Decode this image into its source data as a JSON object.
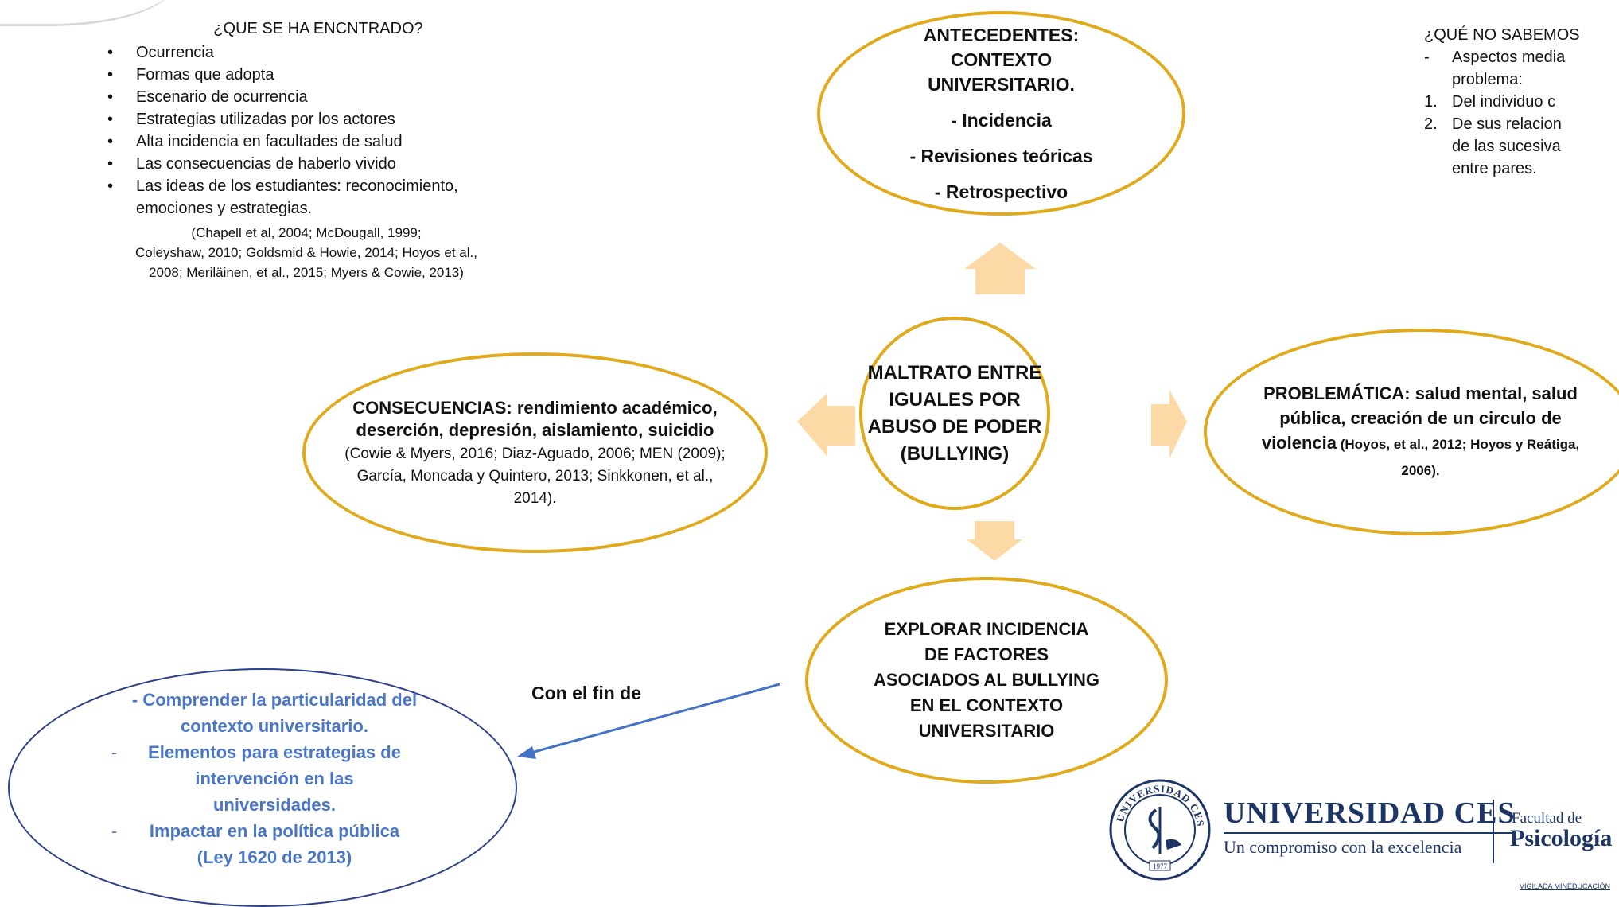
{
  "found": {
    "header": "¿QUE SE HA ENCNTRADO?",
    "items": [
      "Ocurrencia",
      "Formas que adopta",
      "Escenario de ocurrencia",
      "Estrategias utilizadas por los actores",
      "Alta incidencia en facultades de salud",
      "Las consecuencias de haberlo vivido",
      "Las ideas de los estudiantes: reconocimiento, emociones y estrategias."
    ],
    "refs_1": "(Chapell et al, 2004; McDougall, 1999;",
    "refs_2": "Coleyshaw, 2010; Goldsmid & Howie, 2014; Hoyos et al.,",
    "refs_3": "2008; Meriläinen, et al., 2015; Myers & Cowie, 2013)"
  },
  "unknown": {
    "header": "¿QUÉ NO SABEMOS",
    "dash_item_1": "Aspectos media",
    "dash_item_2": "problema:",
    "num_1": "1.",
    "item_1": "Del individuo c",
    "num_2": "2.",
    "item_2_1": "De sus relacion",
    "item_2_2": "de las sucesiva",
    "item_2_3": "entre pares."
  },
  "antecedentes": {
    "title_1": "ANTECEDENTES:",
    "title_2": "CONTEXTO",
    "title_3": "UNIVERSITARIO.",
    "item_1": "- Incidencia",
    "item_2": "- Revisiones teóricas",
    "item_3": "- Retrospectivo"
  },
  "central": {
    "line_1": "MALTRATO ENTRE",
    "line_2": "IGUALES POR",
    "line_3": "ABUSO DE PODER",
    "line_4": "(BULLYING)"
  },
  "consecuencias": {
    "bold": "CONSECUENCIAS: rendimiento académico, deserción, depresión, aislamiento, suicidio",
    "refs": " (Cowie & Myers, 2016; Diaz-Aguado, 2006; MEN (2009); García, Moncada y Quintero, 2013; Sinkkonen, et al., 2014)."
  },
  "problematica": {
    "bold": "PROBLEMÁTICA: salud mental, salud pública, creación de un circulo de violencia",
    "refs": " (Hoyos, et al., 2012; Hoyos y Reátiga, 2006)."
  },
  "explorar": {
    "line_1": "EXPLORAR INCIDENCIA",
    "line_2": "DE FACTORES",
    "line_3": "ASOCIADOS AL BULLYING",
    "line_4": "EN EL CONTEXTO",
    "line_5": "UNIVERSITARIO"
  },
  "connector": {
    "label": "Con el fin de"
  },
  "goals": {
    "line_1": "- Comprender la particularidad  del",
    "line_2": "contexto universitario.",
    "dash_2": "-",
    "line_3": "Elementos para estrategias de",
    "line_4": "intervención en las",
    "line_5": "universidades.",
    "dash_3": "-",
    "line_6": "Impactar en la política pública",
    "line_7": "(Ley 1620 de 2013)"
  },
  "logo": {
    "seal_text": "UNIVERSIDAD CES",
    "seal_year": "1977",
    "name": "UNIVERSIDAD CES",
    "slogan": "Un compromiso con la excelencia",
    "faculty_small": "Facultad de",
    "faculty_big": "Psicología",
    "vigilada": "VIGILADA MINEDUCACIÓN"
  },
  "colors": {
    "ellipse_border": "#e0aa1c",
    "arrow_fill": "#fdd9a6",
    "goal_text": "#4a76c6",
    "goal_border": "#2b3f8a",
    "connector_arrow": "#4472c4",
    "brand_navy": "#1d3566"
  }
}
